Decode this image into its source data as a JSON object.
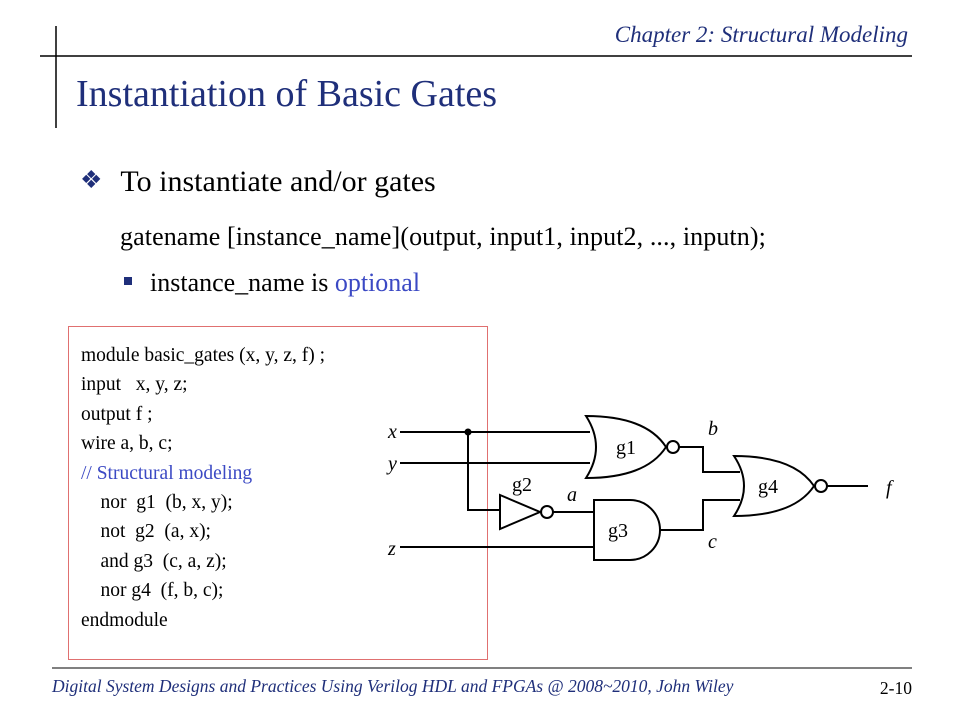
{
  "header": {
    "chapter": "Chapter 2: Structural Modeling",
    "title": "Instantiation of Basic Gates"
  },
  "content": {
    "bullet": "To instantiate and/or gates",
    "syntax": "gatename [instance_name](output, input1, input2, ..., inputn);",
    "subbullet_text": "instance_name is ",
    "subbullet_emph": "optional"
  },
  "code": {
    "lines": [
      "module basic_gates (x, y, z, f) ;",
      "input   x, y, z;",
      "output f ;",
      "wire a, b, c;",
      "// Structural modeling",
      "    nor  g1  (b, x, y);",
      "    not  g2  (a, x);",
      "    and g3  (c, a, z);",
      "    nor g4  (f, b, c);",
      "endmodule"
    ]
  },
  "circuit": {
    "inputs": [
      "x",
      "y",
      "z"
    ],
    "gates": [
      "g1",
      "g2",
      "g3",
      "g4"
    ],
    "wires": [
      "a",
      "b",
      "c"
    ],
    "output": "f"
  },
  "footer": {
    "text": "Digital System Designs and Practices Using Verilog HDL and FPGAs @ 2008~2010, John Wiley",
    "page": "2-10"
  },
  "colors": {
    "accent": "#1f2f7a",
    "emphasis": "#3b49c4",
    "box_border": "#e07070"
  }
}
